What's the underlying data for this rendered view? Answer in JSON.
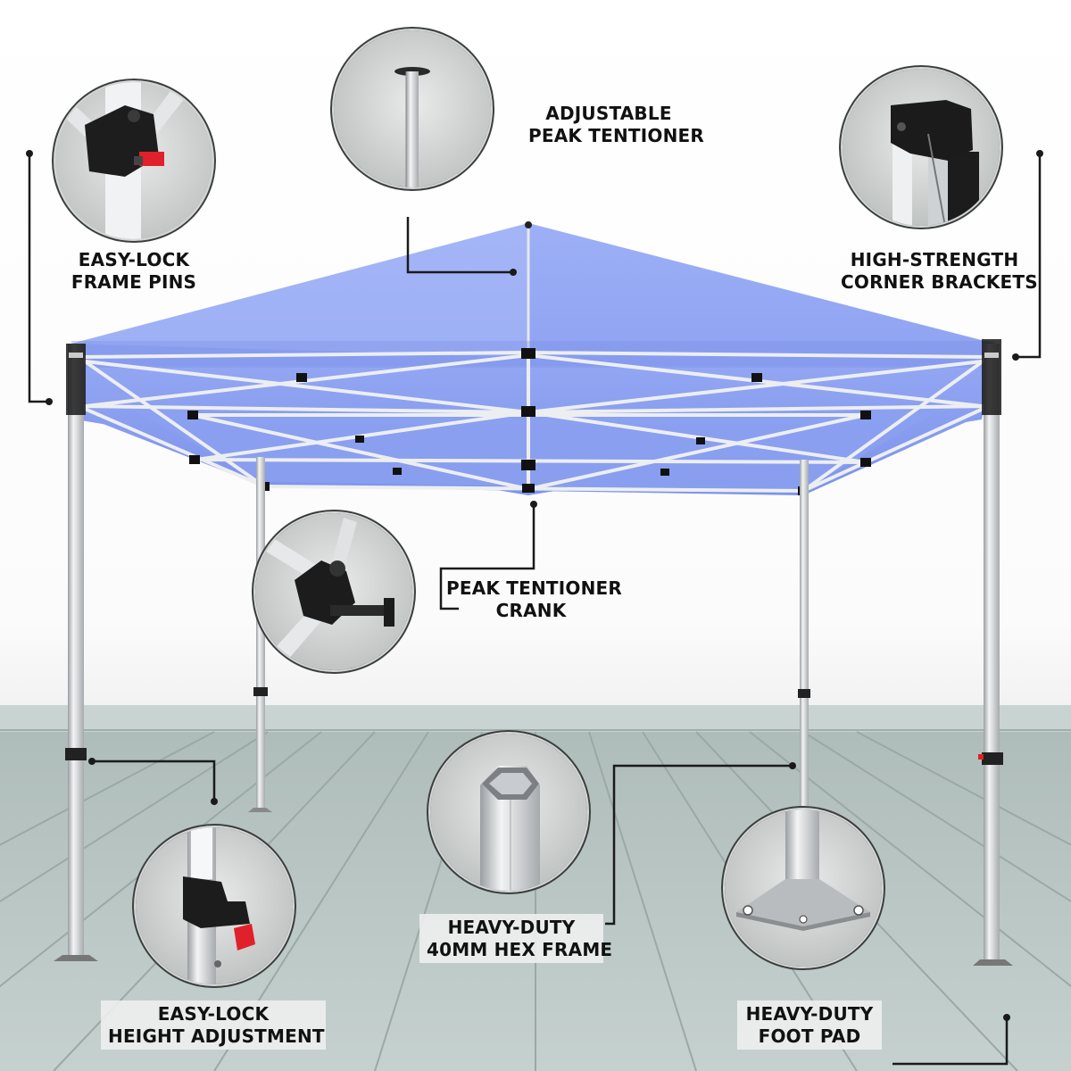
{
  "callouts": {
    "peak_tentioner": {
      "line1": "ADJUSTABLE",
      "line2": "PEAK TENTIONER"
    },
    "frame_pins": {
      "line1": "EASY-LOCK",
      "line2": "FRAME PINS"
    },
    "corner_brackets": {
      "line1": "HIGH-STRENGTH",
      "line2": "CORNER BRACKETS"
    },
    "tentioner_crank": {
      "line1": "PEAK TENTIONER",
      "line2": "CRANK"
    },
    "hex_frame": {
      "line1": "HEAVY-DUTY",
      "line2": "40MM HEX FRAME"
    },
    "height_adjustment": {
      "line1": "EASY-LOCK",
      "line2": "HEIGHT ADJUSTMENT"
    },
    "foot_pad": {
      "line1": "HEAVY-DUTY",
      "line2": "FOOT PAD"
    }
  },
  "colors": {
    "canopy": "#8aa0f2",
    "canopy_dark": "#6f86e6",
    "frame": "#e2e4e6",
    "floor": "#b9c6c4",
    "wall": "#ffffff",
    "callout_ring": "#3b3f3d",
    "leader_line": "#1a1a1a",
    "lock_tab": "#e0202a"
  },
  "icons": [
    "frame-pin-icon",
    "peak-pole-icon",
    "corner-bracket-icon",
    "crank-icon",
    "hex-tube-icon",
    "height-lock-icon",
    "foot-pad-icon"
  ]
}
